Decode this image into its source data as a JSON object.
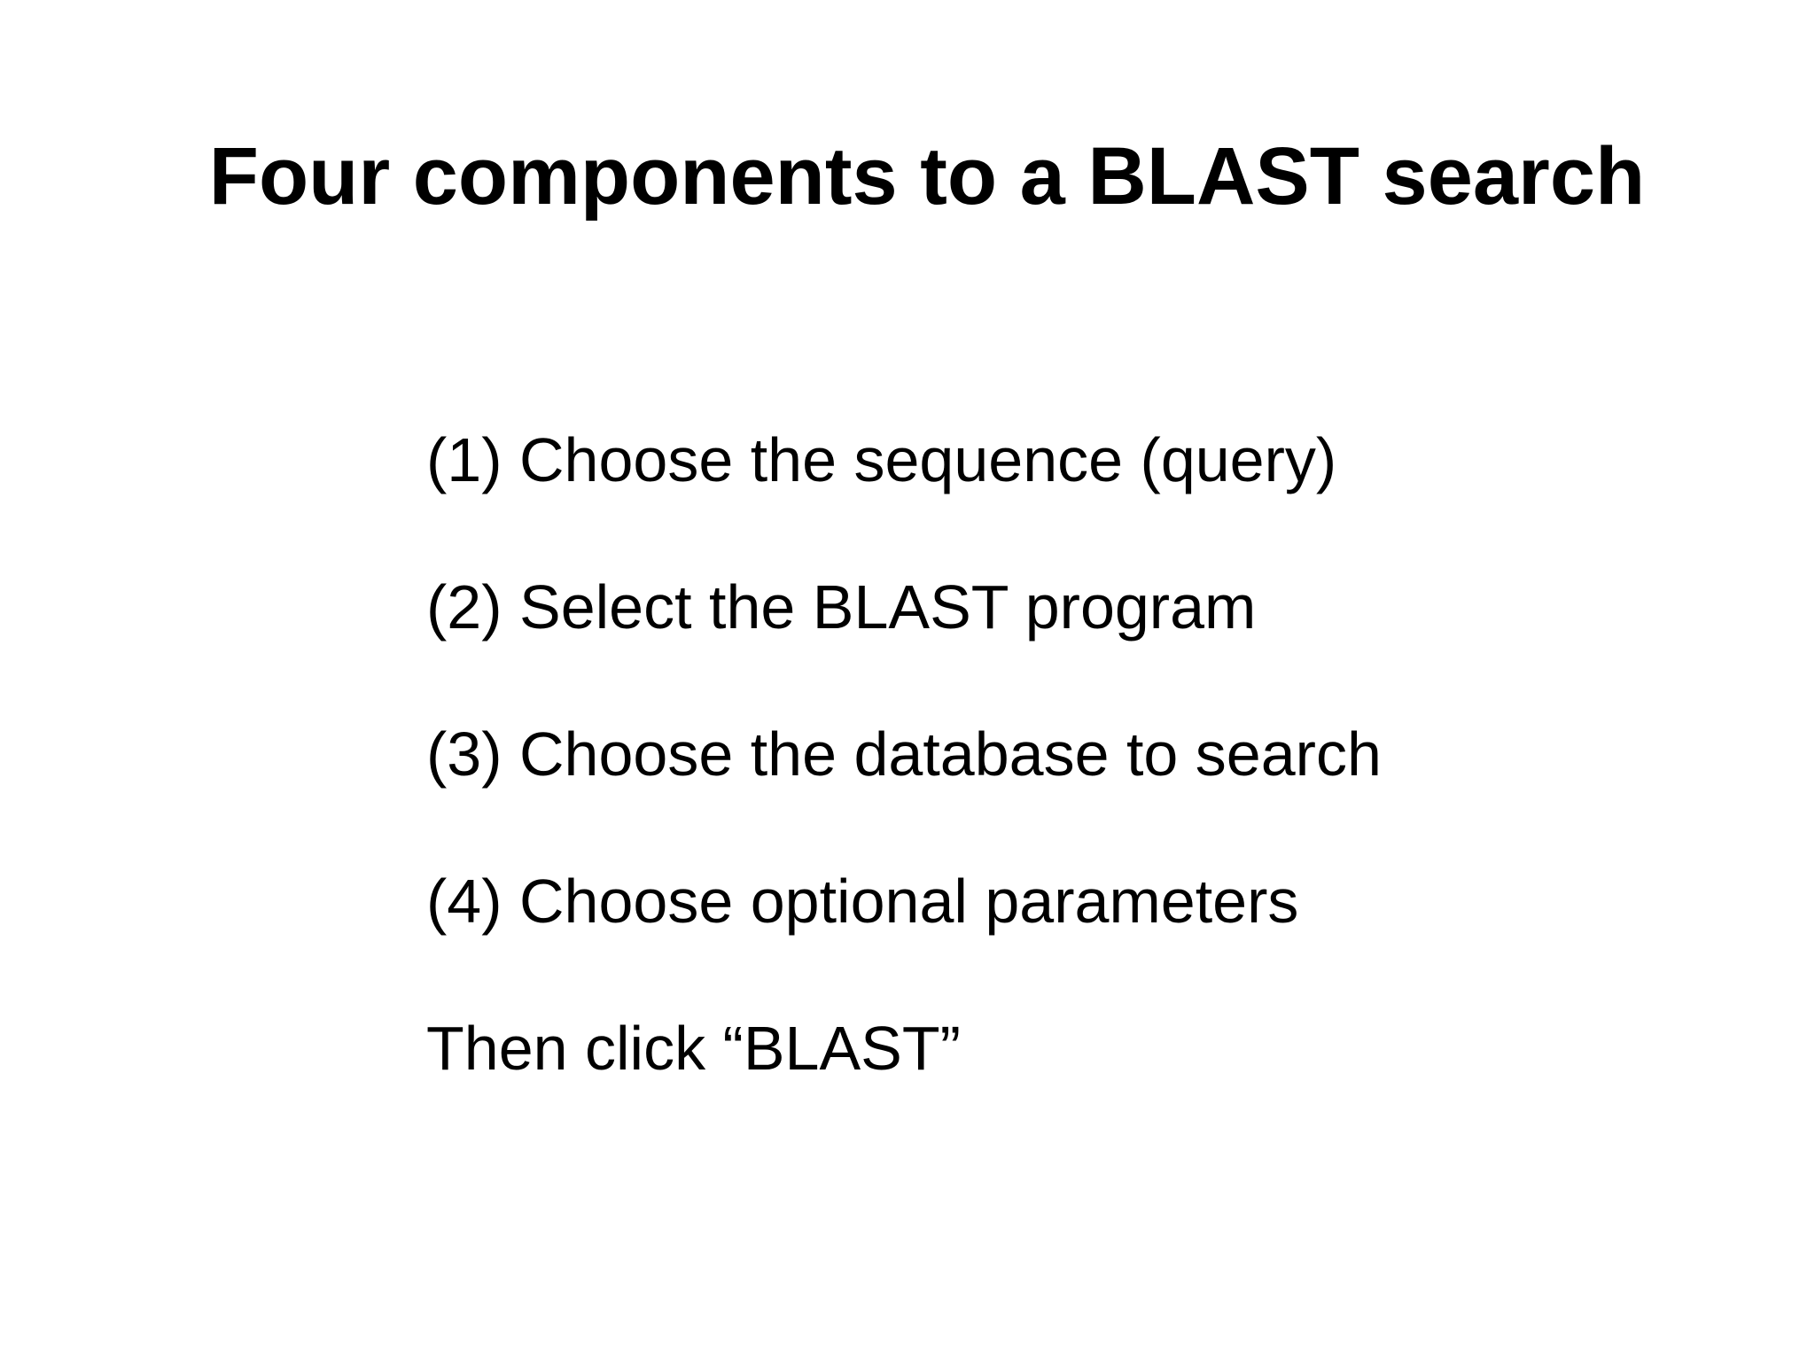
{
  "slide": {
    "title": "Four components to a BLAST search",
    "steps": [
      "(1) Choose the sequence (query)",
      "(2) Select the BLAST program",
      "(3) Choose the database to search",
      "(4) Choose optional parameters"
    ],
    "final_step": "Then click “BLAST”"
  },
  "colors": {
    "background": "#ffffff",
    "text": "#000000"
  }
}
